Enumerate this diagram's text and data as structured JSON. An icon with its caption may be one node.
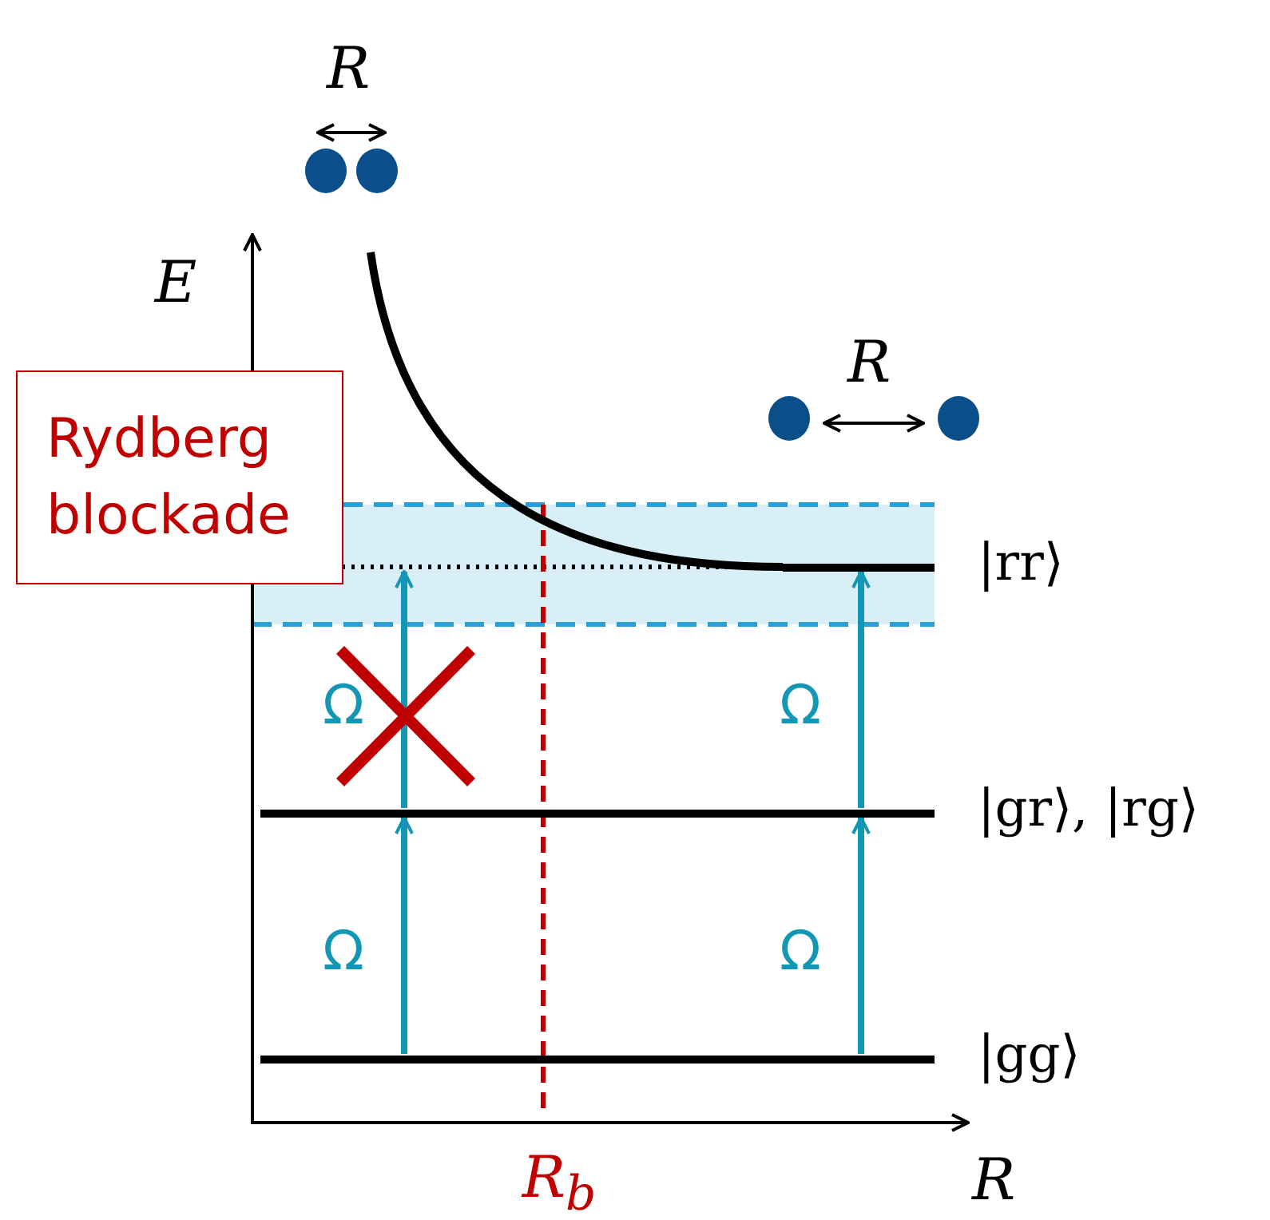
{
  "diagram": {
    "nodes": [
      {
        "text": [
          "Rydberg blockade"
        ]
      },
      {
        "text": [],
        "shape": "bar",
        "beside": [
          "|rr⟩"
        ]
      },
      {
        "text": [],
        "shape": "bar",
        "beside": [
          "|gr⟩, |rg⟩"
        ]
      },
      {
        "text": [],
        "shape": "bar",
        "beside": [
          "|gg⟩"
        ]
      }
    ],
    "edges": [
      {
        "from": 2,
        "to": 1,
        "arrow": "to",
        "label": "Ω"
      },
      {
        "from": 3,
        "to": 2,
        "arrow": "to",
        "label": "Ω"
      },
      {
        "from": 2,
        "to": 1,
        "arrow": "to",
        "label": "Ω"
      },
      {
        "from": 3,
        "to": 2,
        "arrow": "to",
        "label": "Ω"
      }
    ],
    "labels": [
      "R",
      "E",
      "R",
      "R$_{b}$",
      "R"
    ]
  }
}
